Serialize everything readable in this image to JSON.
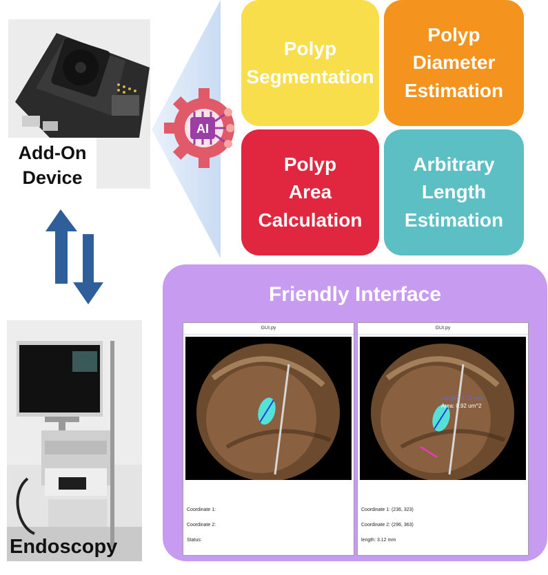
{
  "device": {
    "label_line1": "Add-On",
    "label_line2": "Device"
  },
  "endoscopy": {
    "label": "Endoscopy"
  },
  "ai": {
    "chip_label": "AI"
  },
  "tiles": [
    {
      "lines": [
        "Polyp",
        "Segmentation"
      ],
      "color": "#f8de4b"
    },
    {
      "lines": [
        "Polyp",
        "Diameter",
        "Estimation"
      ],
      "color": "#f5931f"
    },
    {
      "lines": [
        "Polyp",
        "Area",
        "Calculation"
      ],
      "color": "#e0273f"
    },
    {
      "lines": [
        "Arbitrary",
        "Length",
        "Estimation"
      ],
      "color": "#5bbfc4"
    }
  ],
  "interface": {
    "title": "Friendly Interface",
    "windows": [
      {
        "title": "GUI.py",
        "field1": "Coordinate 1:",
        "field2": "Coordinate 2:",
        "field3": "Status:"
      },
      {
        "title": "GUI.py",
        "overlay_length": "Length: 3.12 mm",
        "overlay_area": "Area: 0.92 um^2",
        "field1": "Coordinate 1: (236, 323)",
        "field2": "Coordinate 2: (296, 363)",
        "field3": "length: 3.12 mm"
      }
    ]
  },
  "colors": {
    "panel": "#c79bf0",
    "arrow": "#2e5f9a",
    "gear": "#e05a6a",
    "chip": "#9b3fa6"
  }
}
